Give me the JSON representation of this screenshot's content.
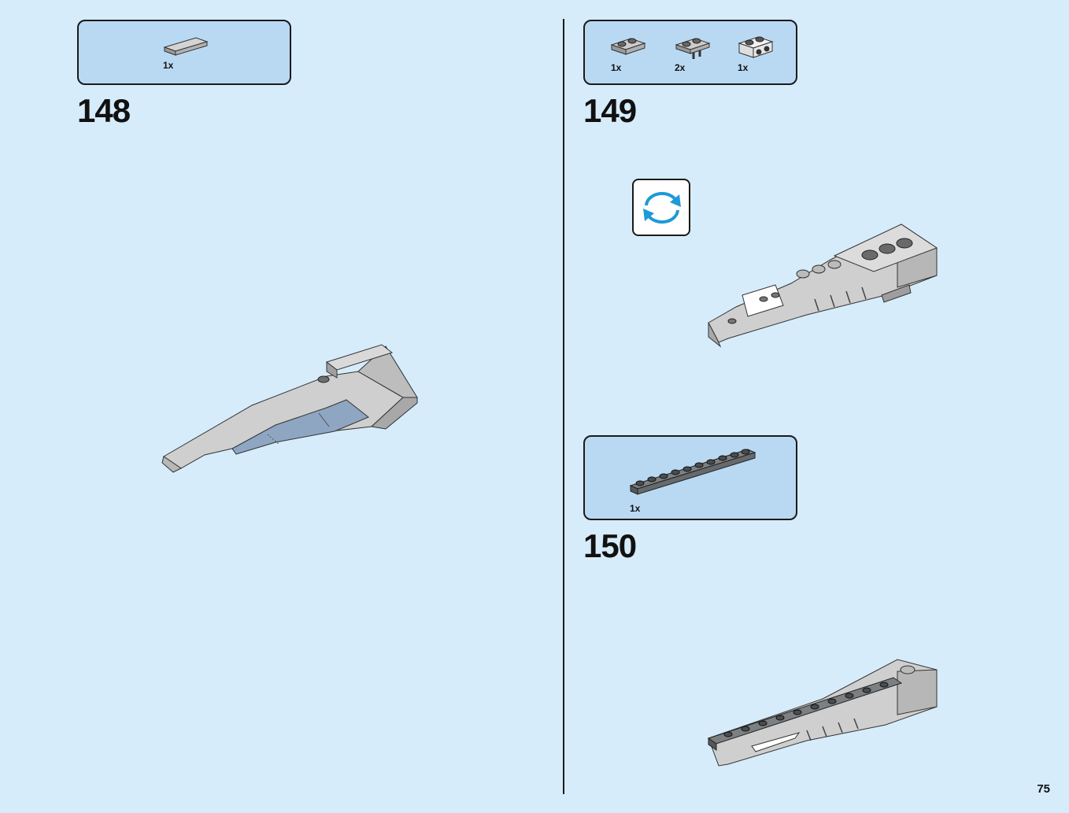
{
  "page": {
    "number": "75"
  },
  "steps": [
    {
      "number": "148",
      "parts": [
        {
          "qty": "1x",
          "icon": "grey-tile-1x4-icon"
        }
      ]
    },
    {
      "number": "149",
      "parts": [
        {
          "qty": "1x",
          "icon": "grey-plate-clip-icon"
        },
        {
          "qty": "2x",
          "icon": "grey-plate-clip-bar-icon"
        },
        {
          "qty": "1x",
          "icon": "white-plate-studs-side-icon"
        }
      ],
      "rotate_icon": "rotate-arrows-icon"
    },
    {
      "number": "150",
      "parts": [
        {
          "qty": "1x",
          "icon": "dark-grey-plate-1x10-icon"
        }
      ]
    }
  ],
  "colors": {
    "background": "#d6ecfb",
    "parts_box": "#b9d9f3",
    "rotate_arrow": "#1e9ad6",
    "light_grey": "#c8c8c8",
    "dark_grey": "#6b6e70",
    "trans_blue": "#8ea6c2"
  }
}
